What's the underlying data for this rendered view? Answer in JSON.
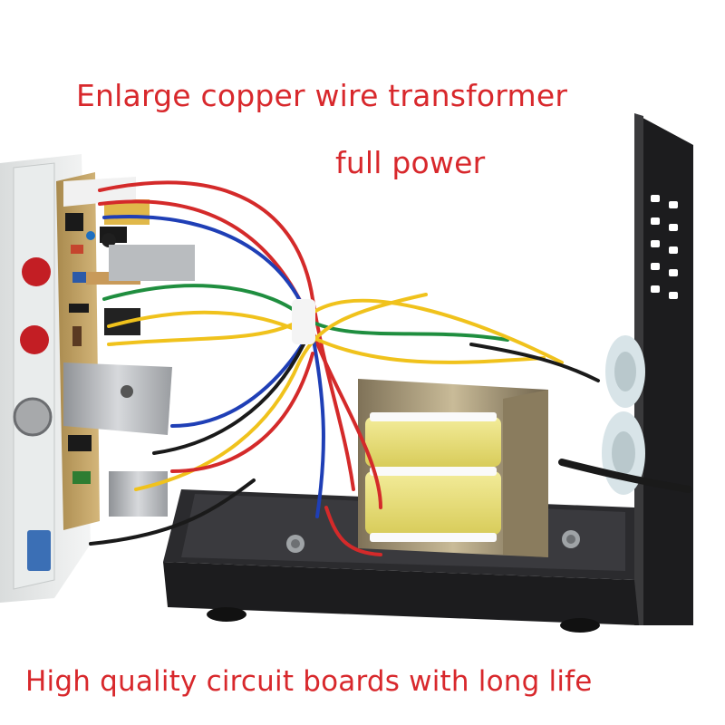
{
  "captions": {
    "top_line1": "Enlarge copper wire transformer",
    "top_line2": "full power",
    "bottom": "High quality circuit boards with long life"
  },
  "colors": {
    "caption": "#d8282c",
    "chassis": "#1c1c1e",
    "pcb": "#c8a768",
    "transformer_frame": "#9a8a6a",
    "coil": "#e9e07a"
  }
}
